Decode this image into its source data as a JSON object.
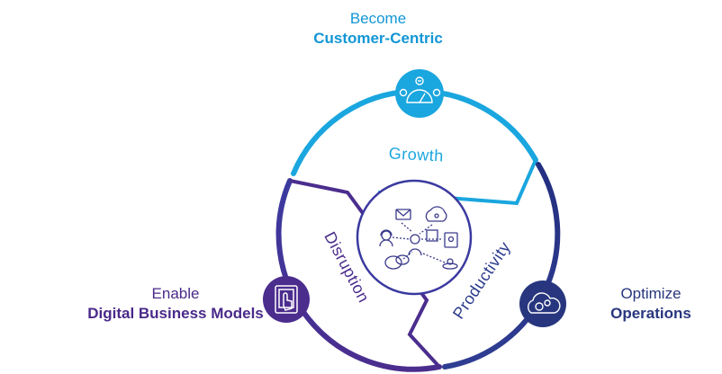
{
  "labels": {
    "top": {
      "line1": "Become",
      "line2": "Customer-Centric"
    },
    "left": {
      "line1": "Enable",
      "line2": "Digital Business Models"
    },
    "right": {
      "line1": "Optimize",
      "line2": "Operations"
    }
  },
  "segments": {
    "growth": "Growth",
    "disruption": "Disruption",
    "productivity": "Productivity"
  },
  "icons": {
    "top": "customer-satisfaction-gauge-icon",
    "left": "touch-tablet-icon",
    "right": "cloud-gears-icon",
    "center": "communication-network-icon"
  },
  "colors": {
    "growth": "#1aa6de",
    "disruption": "#4b2d8e",
    "productivity": "#2a3a8c",
    "top_label": "#1296d6",
    "left_label": "#4a2a8a",
    "right_label": "#27367e"
  }
}
